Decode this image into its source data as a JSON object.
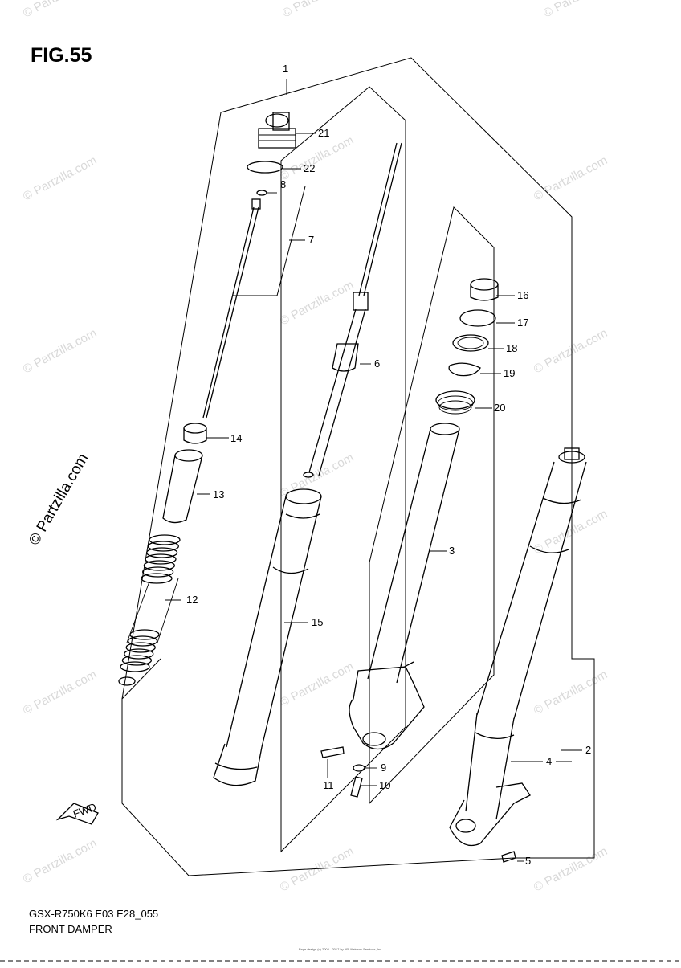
{
  "figure": {
    "title": "FIG.55",
    "model_code": "GSX-R750K6 E03 E28_055",
    "name": "FRONT DAMPER",
    "fine_print": "Page design (c) 2004 - 2017 by ARI Network Services, Inc."
  },
  "watermark": {
    "text": "© Partzilla.com",
    "color": "#d9d9d9"
  },
  "fwd_mark": "FWD",
  "callouts": [
    "1",
    "2",
    "3",
    "4",
    "5",
    "6",
    "7",
    "8",
    "9",
    "10",
    "11",
    "12",
    "13",
    "14",
    "15",
    "16",
    "17",
    "18",
    "19",
    "20",
    "21",
    "22"
  ]
}
